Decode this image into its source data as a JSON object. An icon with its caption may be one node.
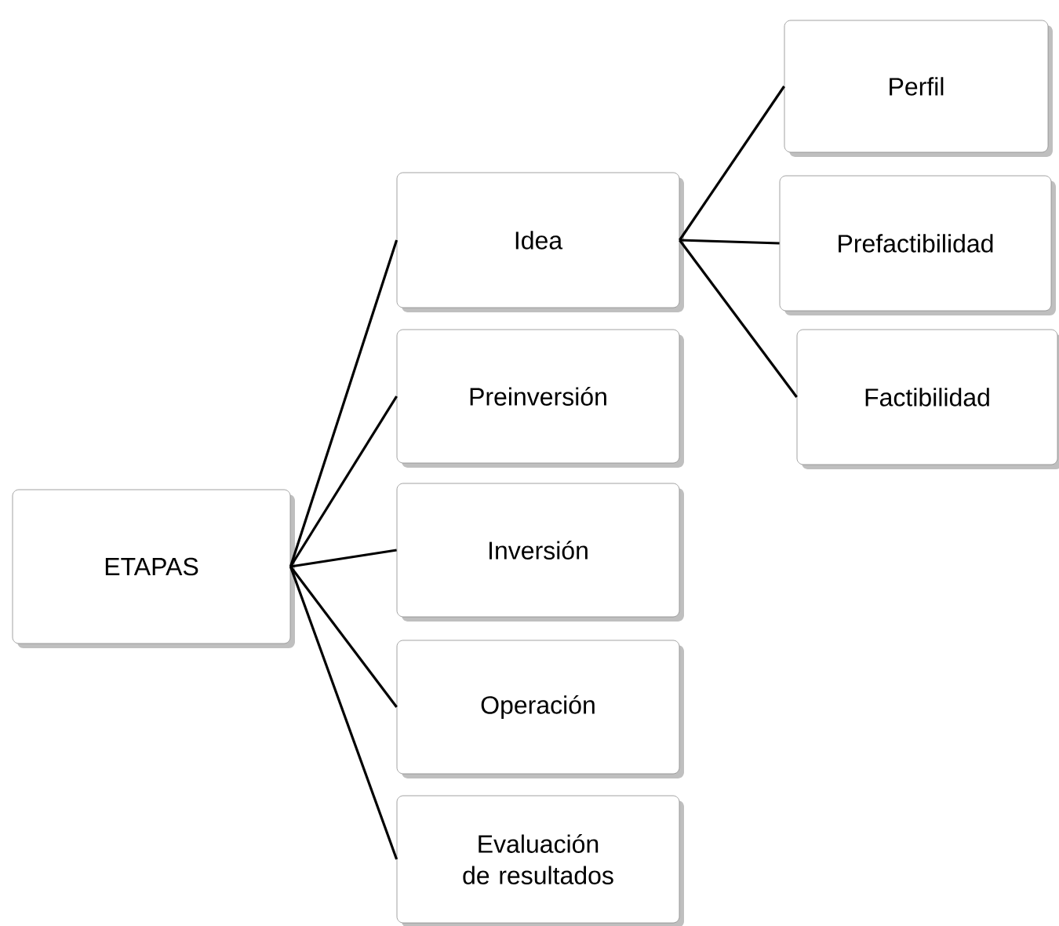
{
  "diagram": {
    "nodes": [
      {
        "text": [
          "ETAPAS"
        ]
      },
      {
        "text": [
          "Idea"
        ]
      },
      {
        "text": [
          "Preinversión"
        ]
      },
      {
        "text": [
          "Inversión"
        ]
      },
      {
        "text": [
          "Operación"
        ]
      },
      {
        "text": [
          "Evaluación de resultados"
        ]
      },
      {
        "text": [
          "Perfil"
        ]
      },
      {
        "text": [
          "Prefactibilidad"
        ]
      },
      {
        "text": [
          "Factibilidad"
        ]
      }
    ],
    "edges": [
      {
        "from": 0,
        "to": 1,
        "arrow": "none"
      },
      {
        "from": 0,
        "to": 2,
        "arrow": "none"
      },
      {
        "from": 0,
        "to": 3,
        "arrow": "none"
      },
      {
        "from": 0,
        "to": 4,
        "arrow": "none"
      },
      {
        "from": 0,
        "to": 5,
        "arrow": "none"
      },
      {
        "from": 1,
        "to": 6,
        "arrow": "none"
      },
      {
        "from": 1,
        "to": 7,
        "arrow": "none"
      },
      {
        "from": 1,
        "to": 8,
        "arrow": "none"
      }
    ]
  }
}
